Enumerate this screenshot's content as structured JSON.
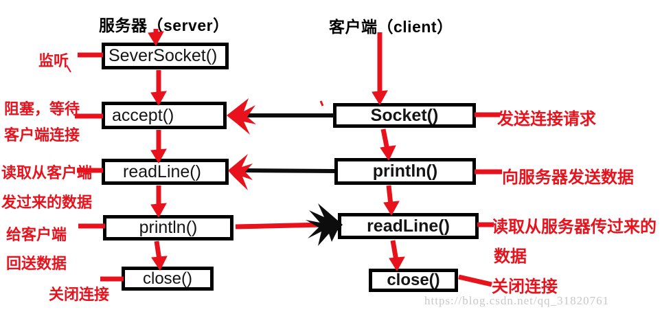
{
  "colors": {
    "accent_red": "#e8121c",
    "line_black": "#0d0d0d",
    "box_border": "#000000",
    "box_fill": "#ffffff",
    "watermark_gray": "#c8c8c8"
  },
  "server": {
    "title": "服务器（server）",
    "boxes": {
      "serversocket": "SeverSocket()",
      "accept": "accept()",
      "readline": "readLine()",
      "println": "println()",
      "close": "close()"
    },
    "annotations": {
      "listen": "监听",
      "block_line1": "阻塞，等待",
      "block_line2": "客户端连接",
      "read_line1": "读取从客户端",
      "read_line2": "发过来的数据",
      "reply_line1": "给客户端",
      "reply_line2": "回送数据",
      "close_label": "关闭连接"
    }
  },
  "client": {
    "title": "客户端（client）",
    "boxes": {
      "socket": "Socket()",
      "println": "println()",
      "readline": "readLine()",
      "close": "close()"
    },
    "annotations": {
      "connect": "发送连接请求",
      "send": "向服务器发送数据",
      "read_line1": "读取从服务器传过来的",
      "read_line2": "数据",
      "close_label": "关闭连接"
    }
  },
  "watermark": "https://blog.csdn.net/qq_31820761"
}
